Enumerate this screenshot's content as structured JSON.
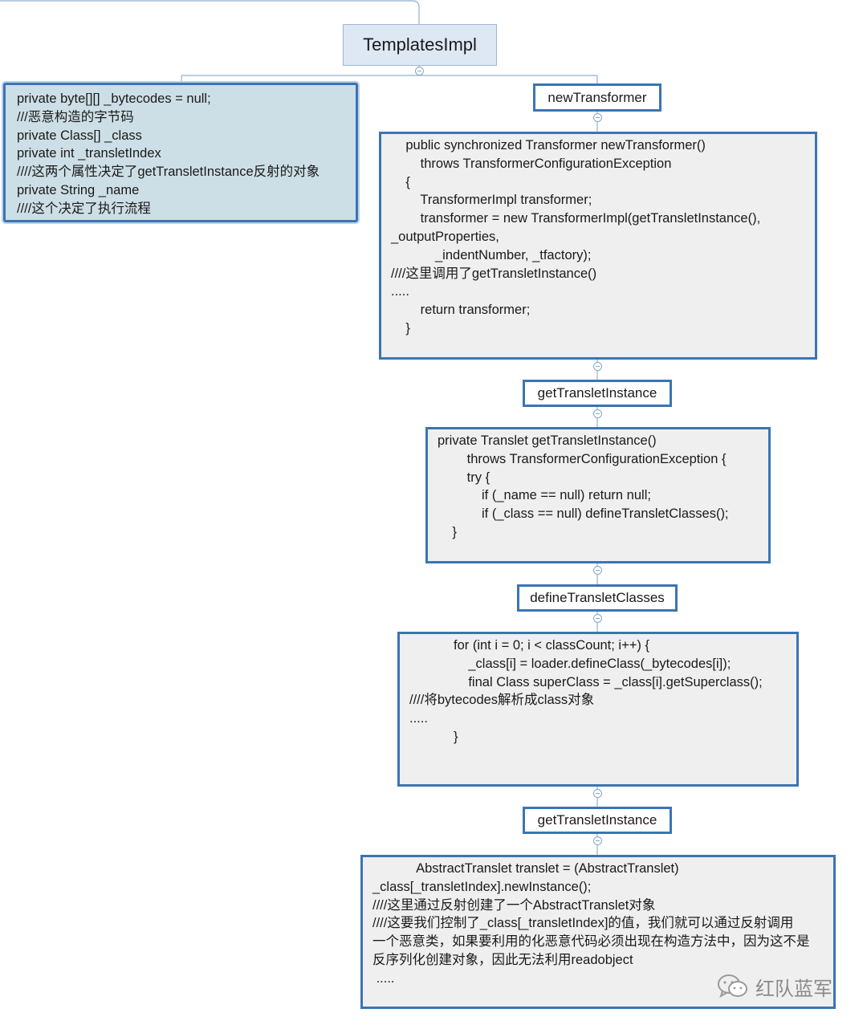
{
  "root": {
    "title": "TemplatesImpl"
  },
  "fields_box": {
    "lines": [
      "private byte[][] _bytecodes = null;",
      "///恶意构造的字节码",
      "private Class[] _class",
      "private int _transletIndex",
      "////这两个属性决定了getTransletInstance反射的对象",
      "private String _name",
      "////这个决定了执行流程"
    ]
  },
  "nodes": [
    {
      "label": "newTransformer",
      "code": [
        "    public synchronized Transformer newTransformer()",
        "        throws TransformerConfigurationException",
        "    {",
        "        TransformerImpl transformer;",
        "",
        "        transformer = new TransformerImpl(getTransletInstance(),",
        "_outputProperties,",
        "            _indentNumber, _tfactory);",
        "////这里调用了getTransletInstance()",
        ".....",
        "        return transformer;",
        "    }"
      ]
    },
    {
      "label": "getTransletInstance",
      "code": [
        "private Translet getTransletInstance()",
        "        throws TransformerConfigurationException {",
        "        try {",
        "            if (_name == null) return null;",
        "            if (_class == null) defineTransletClasses();",
        "",
        "    }"
      ]
    },
    {
      "label": "defineTransletClasses",
      "code": [
        "            for (int i = 0; i < classCount; i++) {",
        "                _class[i] = loader.defineClass(_bytecodes[i]);",
        "                final Class superClass = _class[i].getSuperclass();",
        "",
        "////将bytecodes解析成class对象",
        "",
        ".....",
        "            }"
      ]
    },
    {
      "label": "getTransletInstance",
      "code": [
        "            AbstractTranslet translet = (AbstractTranslet)",
        "_class[_transletIndex].newInstance();",
        "",
        "////这里通过反射创建了一个AbstractTranslet对象",
        "////这要我们控制了_class[_transletIndex]的值，我们就可以通过反射调用",
        "一个恶意类，如果要利用的化恶意代码必须出现在构造方法中，因为这不是",
        "反序列化创建对象，因此无法利用readobject",
        " ....."
      ]
    }
  ],
  "watermark": {
    "text": "红队蓝军",
    "icon": "wechat-icon"
  },
  "colors": {
    "border": "#3c74b4",
    "root_fill": "#dde8f4",
    "fields_fill": "#cddfe6",
    "code_fill": "#efefef"
  }
}
